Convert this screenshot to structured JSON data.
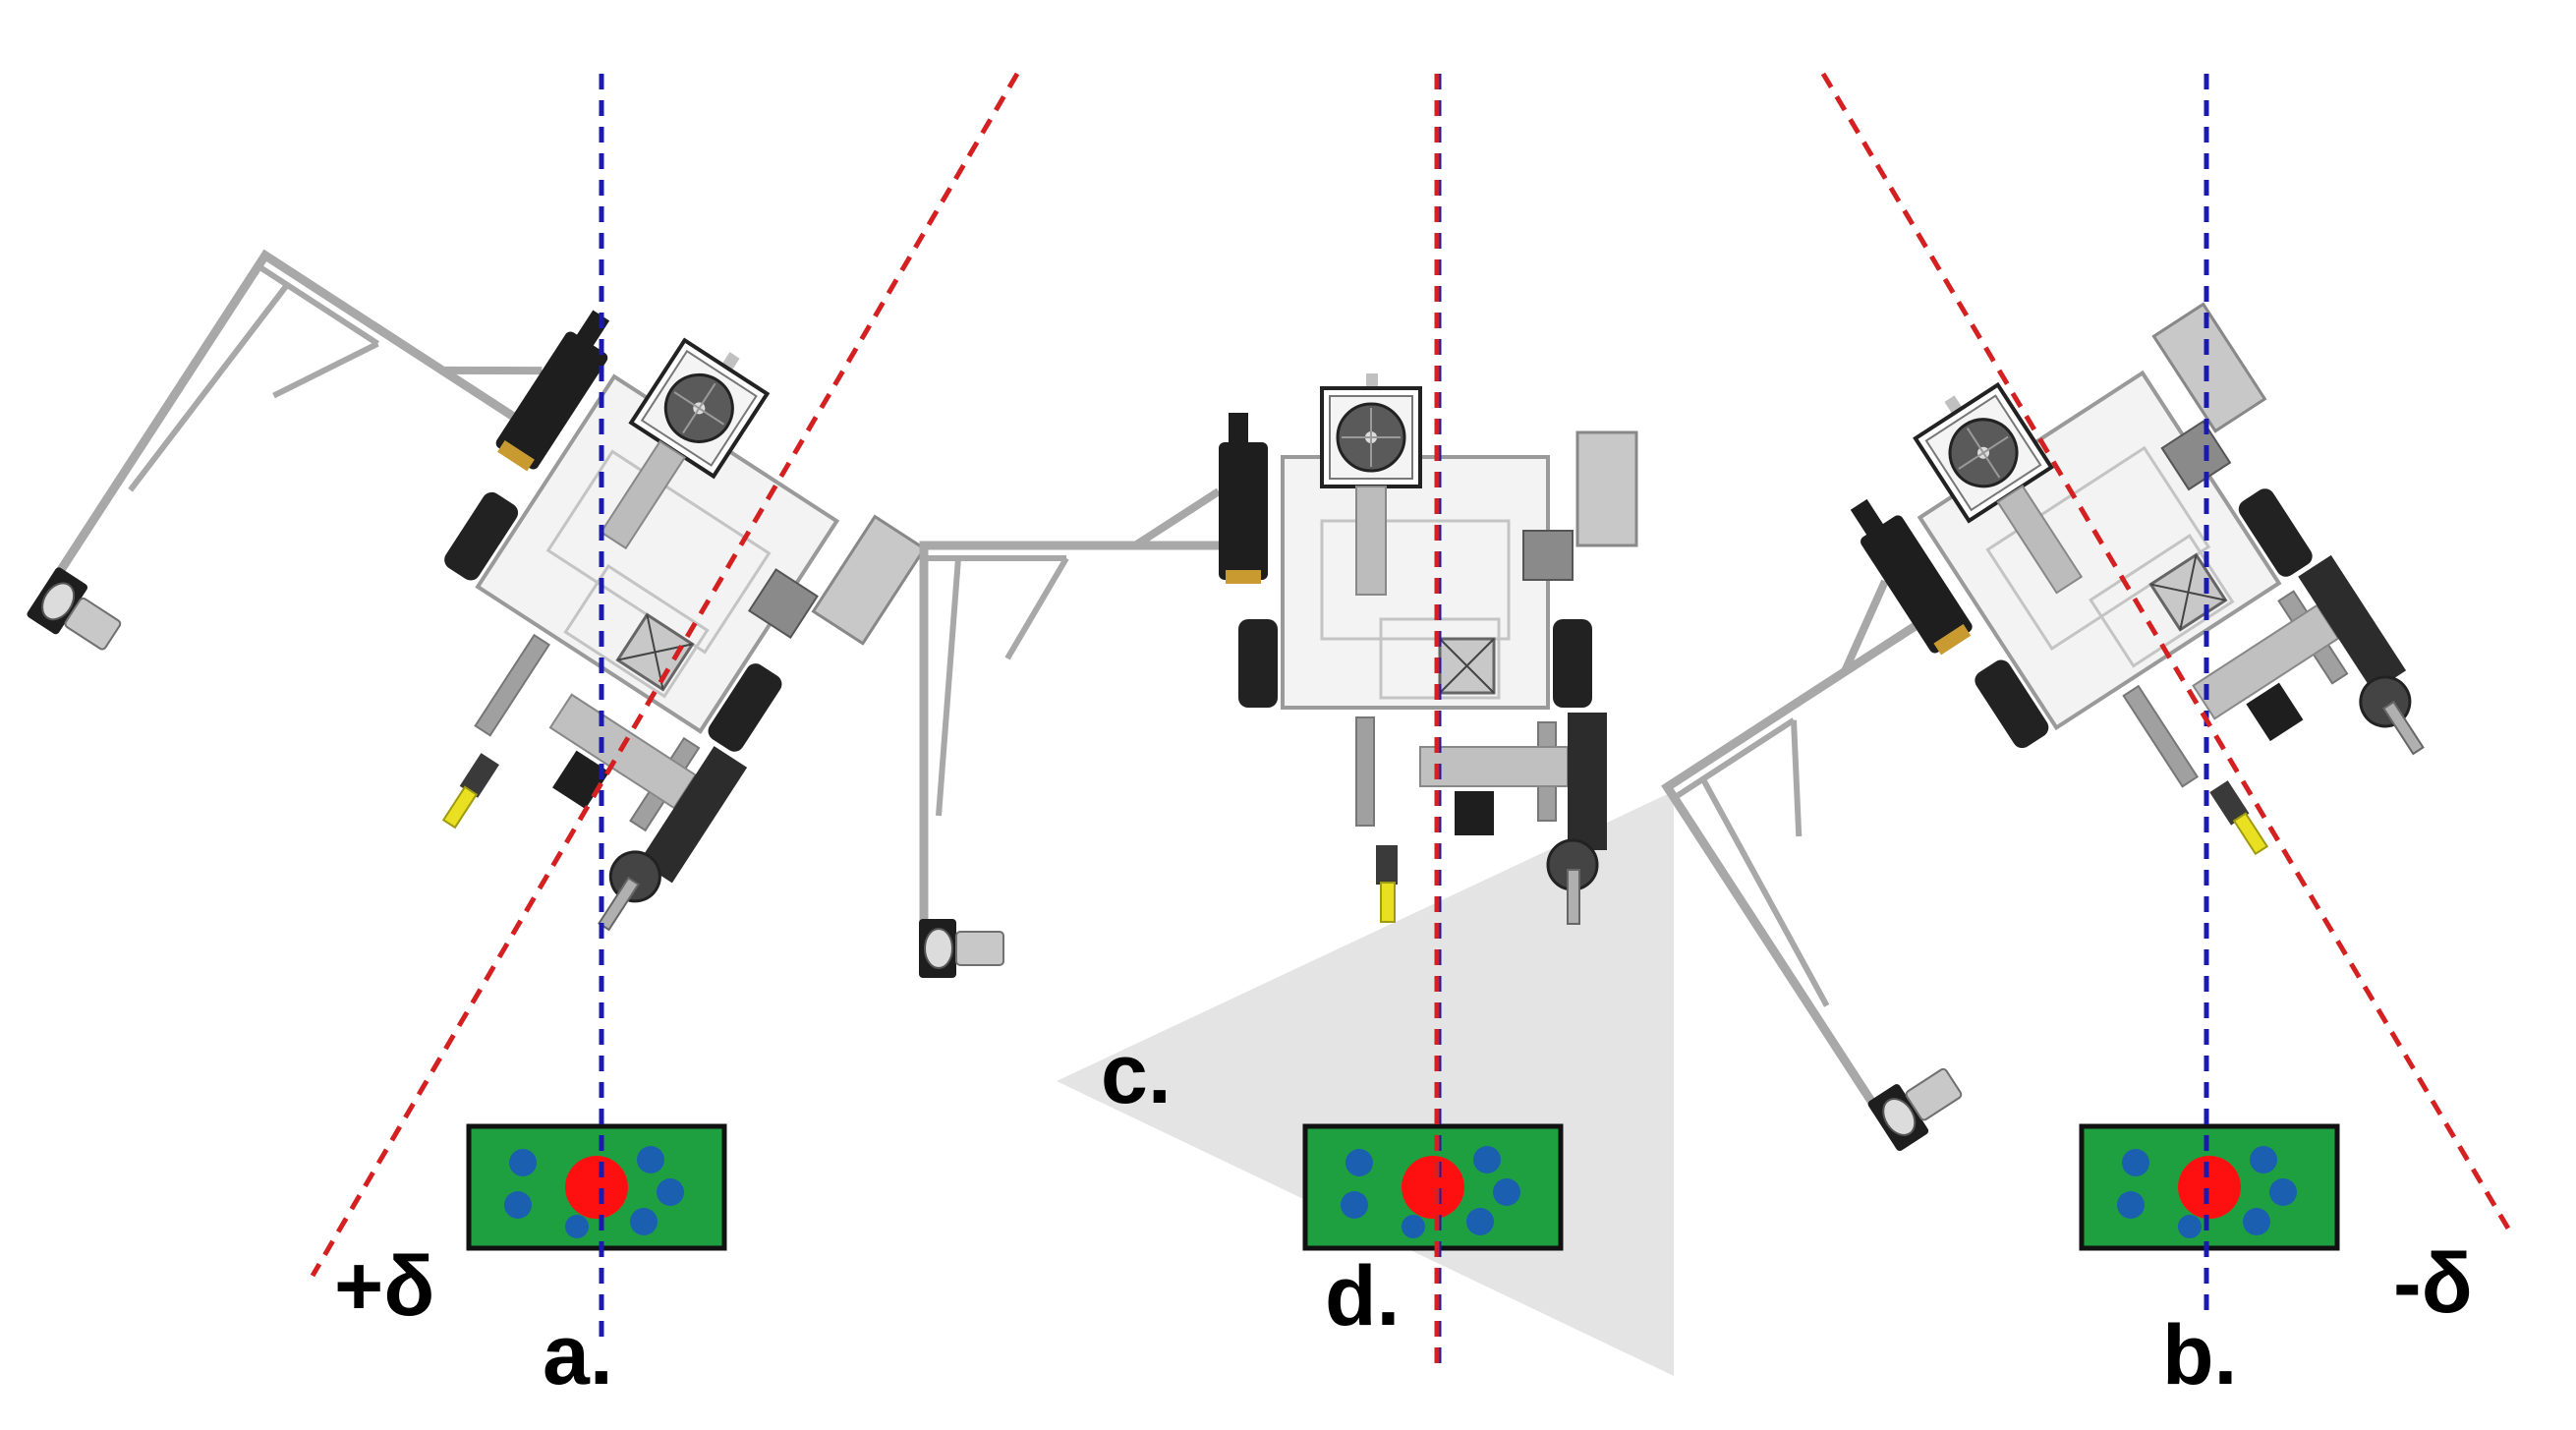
{
  "labels": {
    "panel_a": "a.",
    "panel_b": "b.",
    "panel_c": "c.",
    "panel_d": "d.",
    "angle_positive": "+δ",
    "angle_negative": "-δ"
  },
  "colors": {
    "reference_line": "#1a1ab0",
    "heading_line": "#d42020",
    "target_board": "#1fa040",
    "target_center": "#ff1010",
    "target_dots": "#1a5fb0",
    "camera_cone": "#e4e4e4",
    "motor": "#1e1e1e",
    "chassis": "#b8b8b8",
    "laser": "#e8e020"
  },
  "icons": [
    "robot-icon",
    "camera-icon",
    "laser-pointer-icon",
    "target-board-icon"
  ]
}
